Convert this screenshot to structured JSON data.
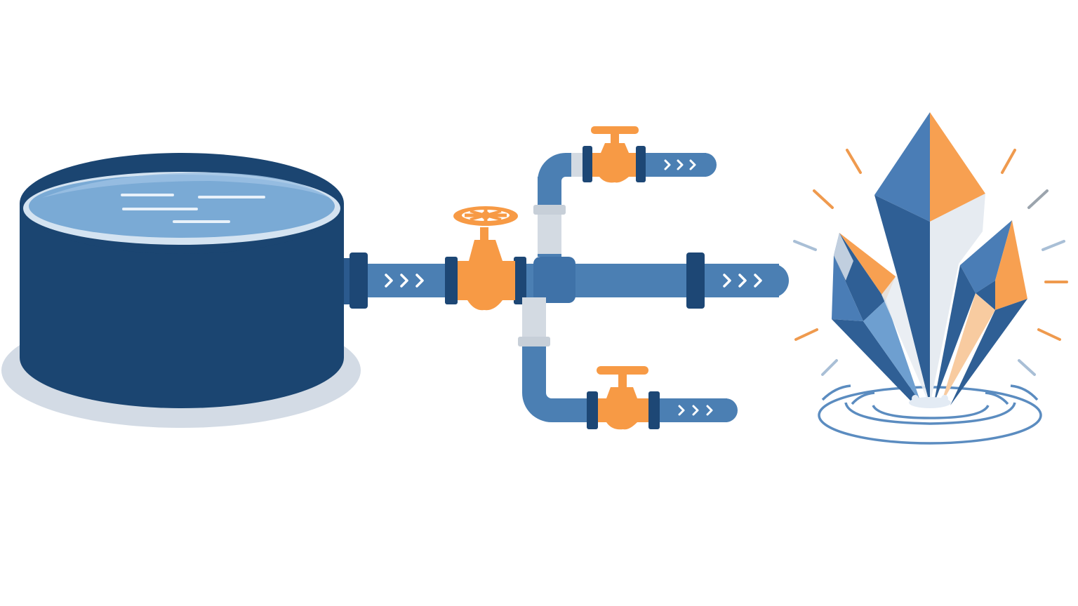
{
  "palette": {
    "tank_dark": "#1b4571",
    "tank_shadow": "#d3dbe5",
    "water_light": "#7aaad5",
    "water_rim": "#d4e3f1",
    "pipe_blue": "#4b7fb3",
    "pipe_light": "#d3dae2",
    "flange": "#1d4775",
    "valve_orange": "#f79a45",
    "arrow_white": "#ffffff",
    "crystal_dark": "#2f5f95",
    "crystal_mid": "#4a7db6",
    "crystal_light": "#6e9fd0",
    "crystal_pale": "#e6ebf1",
    "crystal_orange": "#f7a051",
    "crystal_peach": "#f8cba0",
    "spark_orange": "#ef9a4e",
    "spark_blue": "#a9bfd6",
    "spark_gray": "#9ba4ad",
    "ripple": "#5b8cc0"
  },
  "components": {
    "reservoir": "water-tank",
    "main_valve": "gate-valve",
    "upper_branch_valve": "gate-valve",
    "lower_branch_valve": "gate-valve",
    "output": "crystal-burst",
    "flow_indicator": "chevron-arrows"
  }
}
